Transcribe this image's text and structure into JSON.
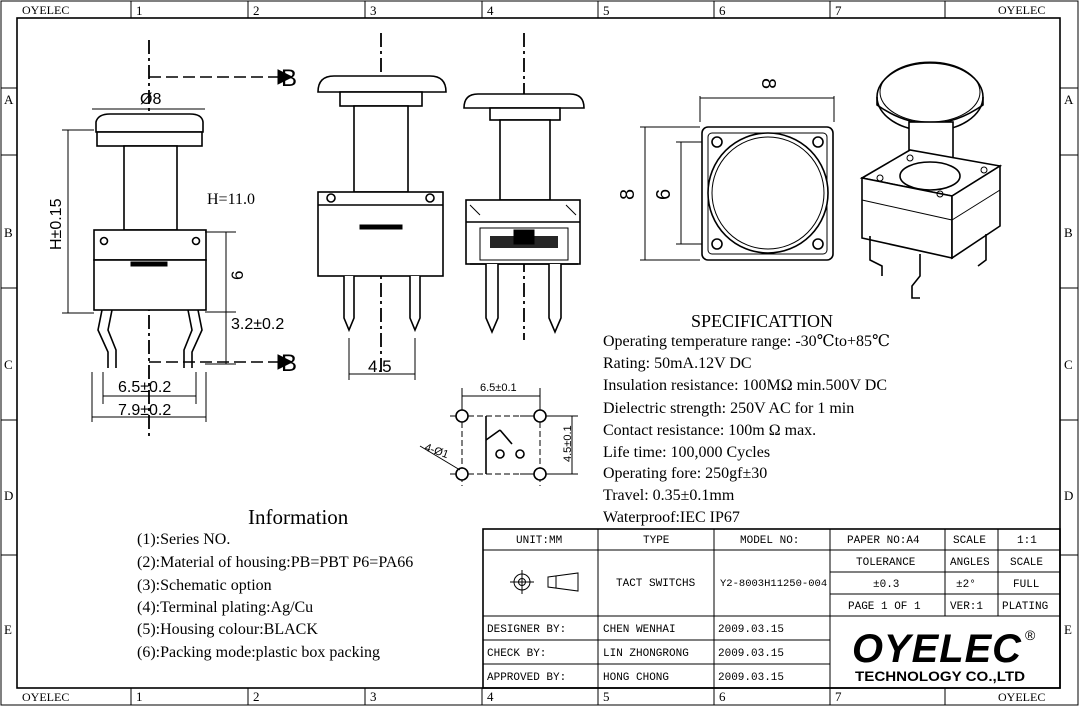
{
  "border": {
    "corner_label": "OYELEC",
    "columns": [
      "1",
      "2",
      "3",
      "4",
      "5",
      "6",
      "7"
    ],
    "rows": [
      "A",
      "B",
      "C",
      "D",
      "E"
    ]
  },
  "views": {
    "section_marker": "B",
    "dia_label": "Ø8",
    "height_label": "H=11.0",
    "h_tol_label": "H±0.15",
    "dim_6": "6",
    "dim_3_2": "3.2±0.2",
    "dim_6_5": "6.5±0.2",
    "dim_7_9": "7.9±0.2",
    "dim_4_5": "4.5",
    "top_dim_8": "8",
    "side_dim_8": "8",
    "side_dim_6": "6"
  },
  "pcb_layout": {
    "width_label": "6.5±0.1",
    "height_label": "4.5±0.1",
    "hole_label": "4-Ø1"
  },
  "specification": {
    "title": "SPECIFICATTION",
    "lines": [
      "Operating temperature range: -30℃to+85℃",
      "Rating: 50mA.12V DC",
      "Insulation resistance: 100MΩ min.500V DC",
      "Dielectric strength: 250V AC for 1 min",
      "Contact resistance: 100m Ω max.",
      "Life time: 100,000 Cycles",
      "Operating fore: 250gf±30",
      "Travel: 0.35±0.1mm",
      "Waterproof:IEC IP67"
    ]
  },
  "information": {
    "title": "Information",
    "lines": [
      "(1):Series NO.",
      "(2):Material of housing:PB=PBT P6=PA66",
      "(3):Schematic option",
      "(4):Terminal plating:Ag/Cu",
      "(5):Housing colour:BLACK",
      "(6):Packing mode:plastic box packing"
    ]
  },
  "title_block": {
    "unit": "UNIT:MM",
    "type_header": "TYPE",
    "model_header": "MODEL NO:",
    "paper": "PAPER NO:A4",
    "scale_header": "SCALE",
    "scale_value": "1:1",
    "type_value": "TACT SWITCHS",
    "model_value": "Y2-8003H11250-004",
    "tolerance_header": "TOLERANCE",
    "angles_header": "ANGLES",
    "scale2_header": "SCALE",
    "tolerance_value": "±0.3",
    "angles_value": "±2°",
    "scale2_value": "FULL",
    "page": "PAGE 1 OF 1",
    "ver": "VER:1",
    "plating": "PLATING",
    "rows": [
      {
        "role": "DESIGNER BY:",
        "name": "CHEN WENHAI",
        "date": "2009.03.15"
      },
      {
        "role": "CHECK BY:",
        "name": "LIN ZHONGRONG",
        "date": "2009.03.15"
      },
      {
        "role": "APPROVED BY:",
        "name": "HONG CHONG",
        "date": "2009.03.15"
      }
    ],
    "logo_text": "OYELEC",
    "company": "TECHNOLOGY CO.,LTD",
    "registered": "®"
  }
}
